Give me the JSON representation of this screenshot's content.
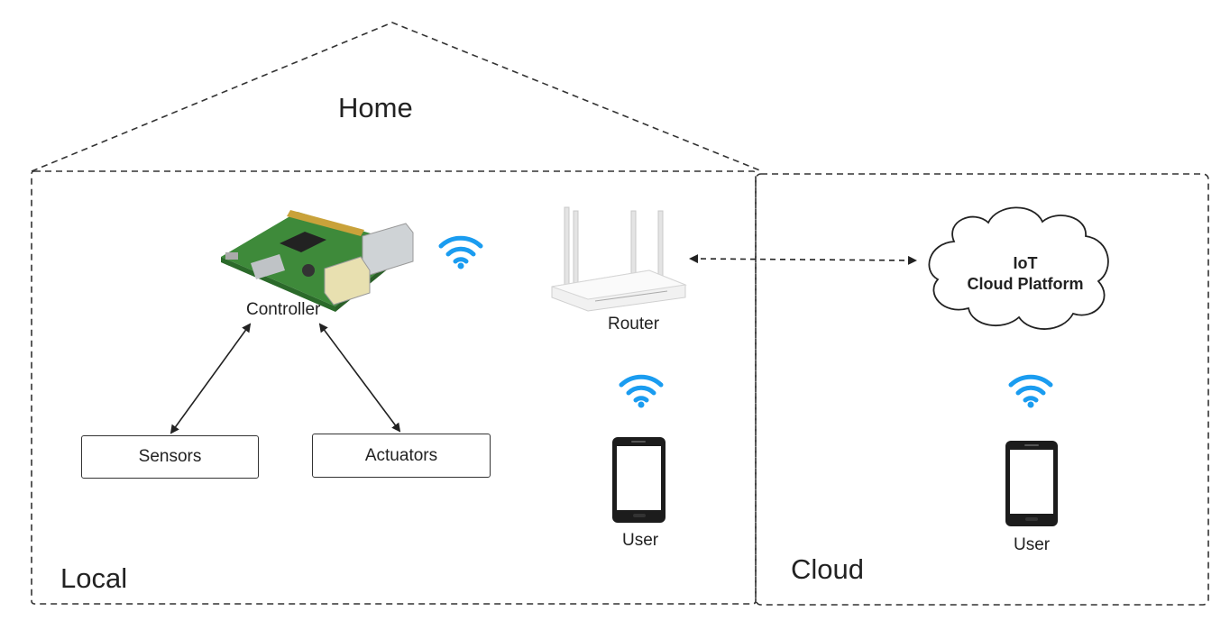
{
  "zones": {
    "home": "Home",
    "local": "Local",
    "cloud": "Cloud"
  },
  "devices": {
    "controller": "Controller",
    "router": "Router",
    "sensors": "Sensors",
    "actuators": "Actuators",
    "user_local": "User",
    "user_cloud": "User"
  },
  "cloud_platform": {
    "line1": "IoT",
    "line2": "Cloud Platform"
  },
  "colors": {
    "wifi": "#1a9cf0",
    "outline": "#333333",
    "dash": "#333333"
  },
  "icons": [
    "raspberry-pi-board-icon",
    "router-icon",
    "wifi-icon",
    "smartphone-icon",
    "cloud-icon"
  ]
}
